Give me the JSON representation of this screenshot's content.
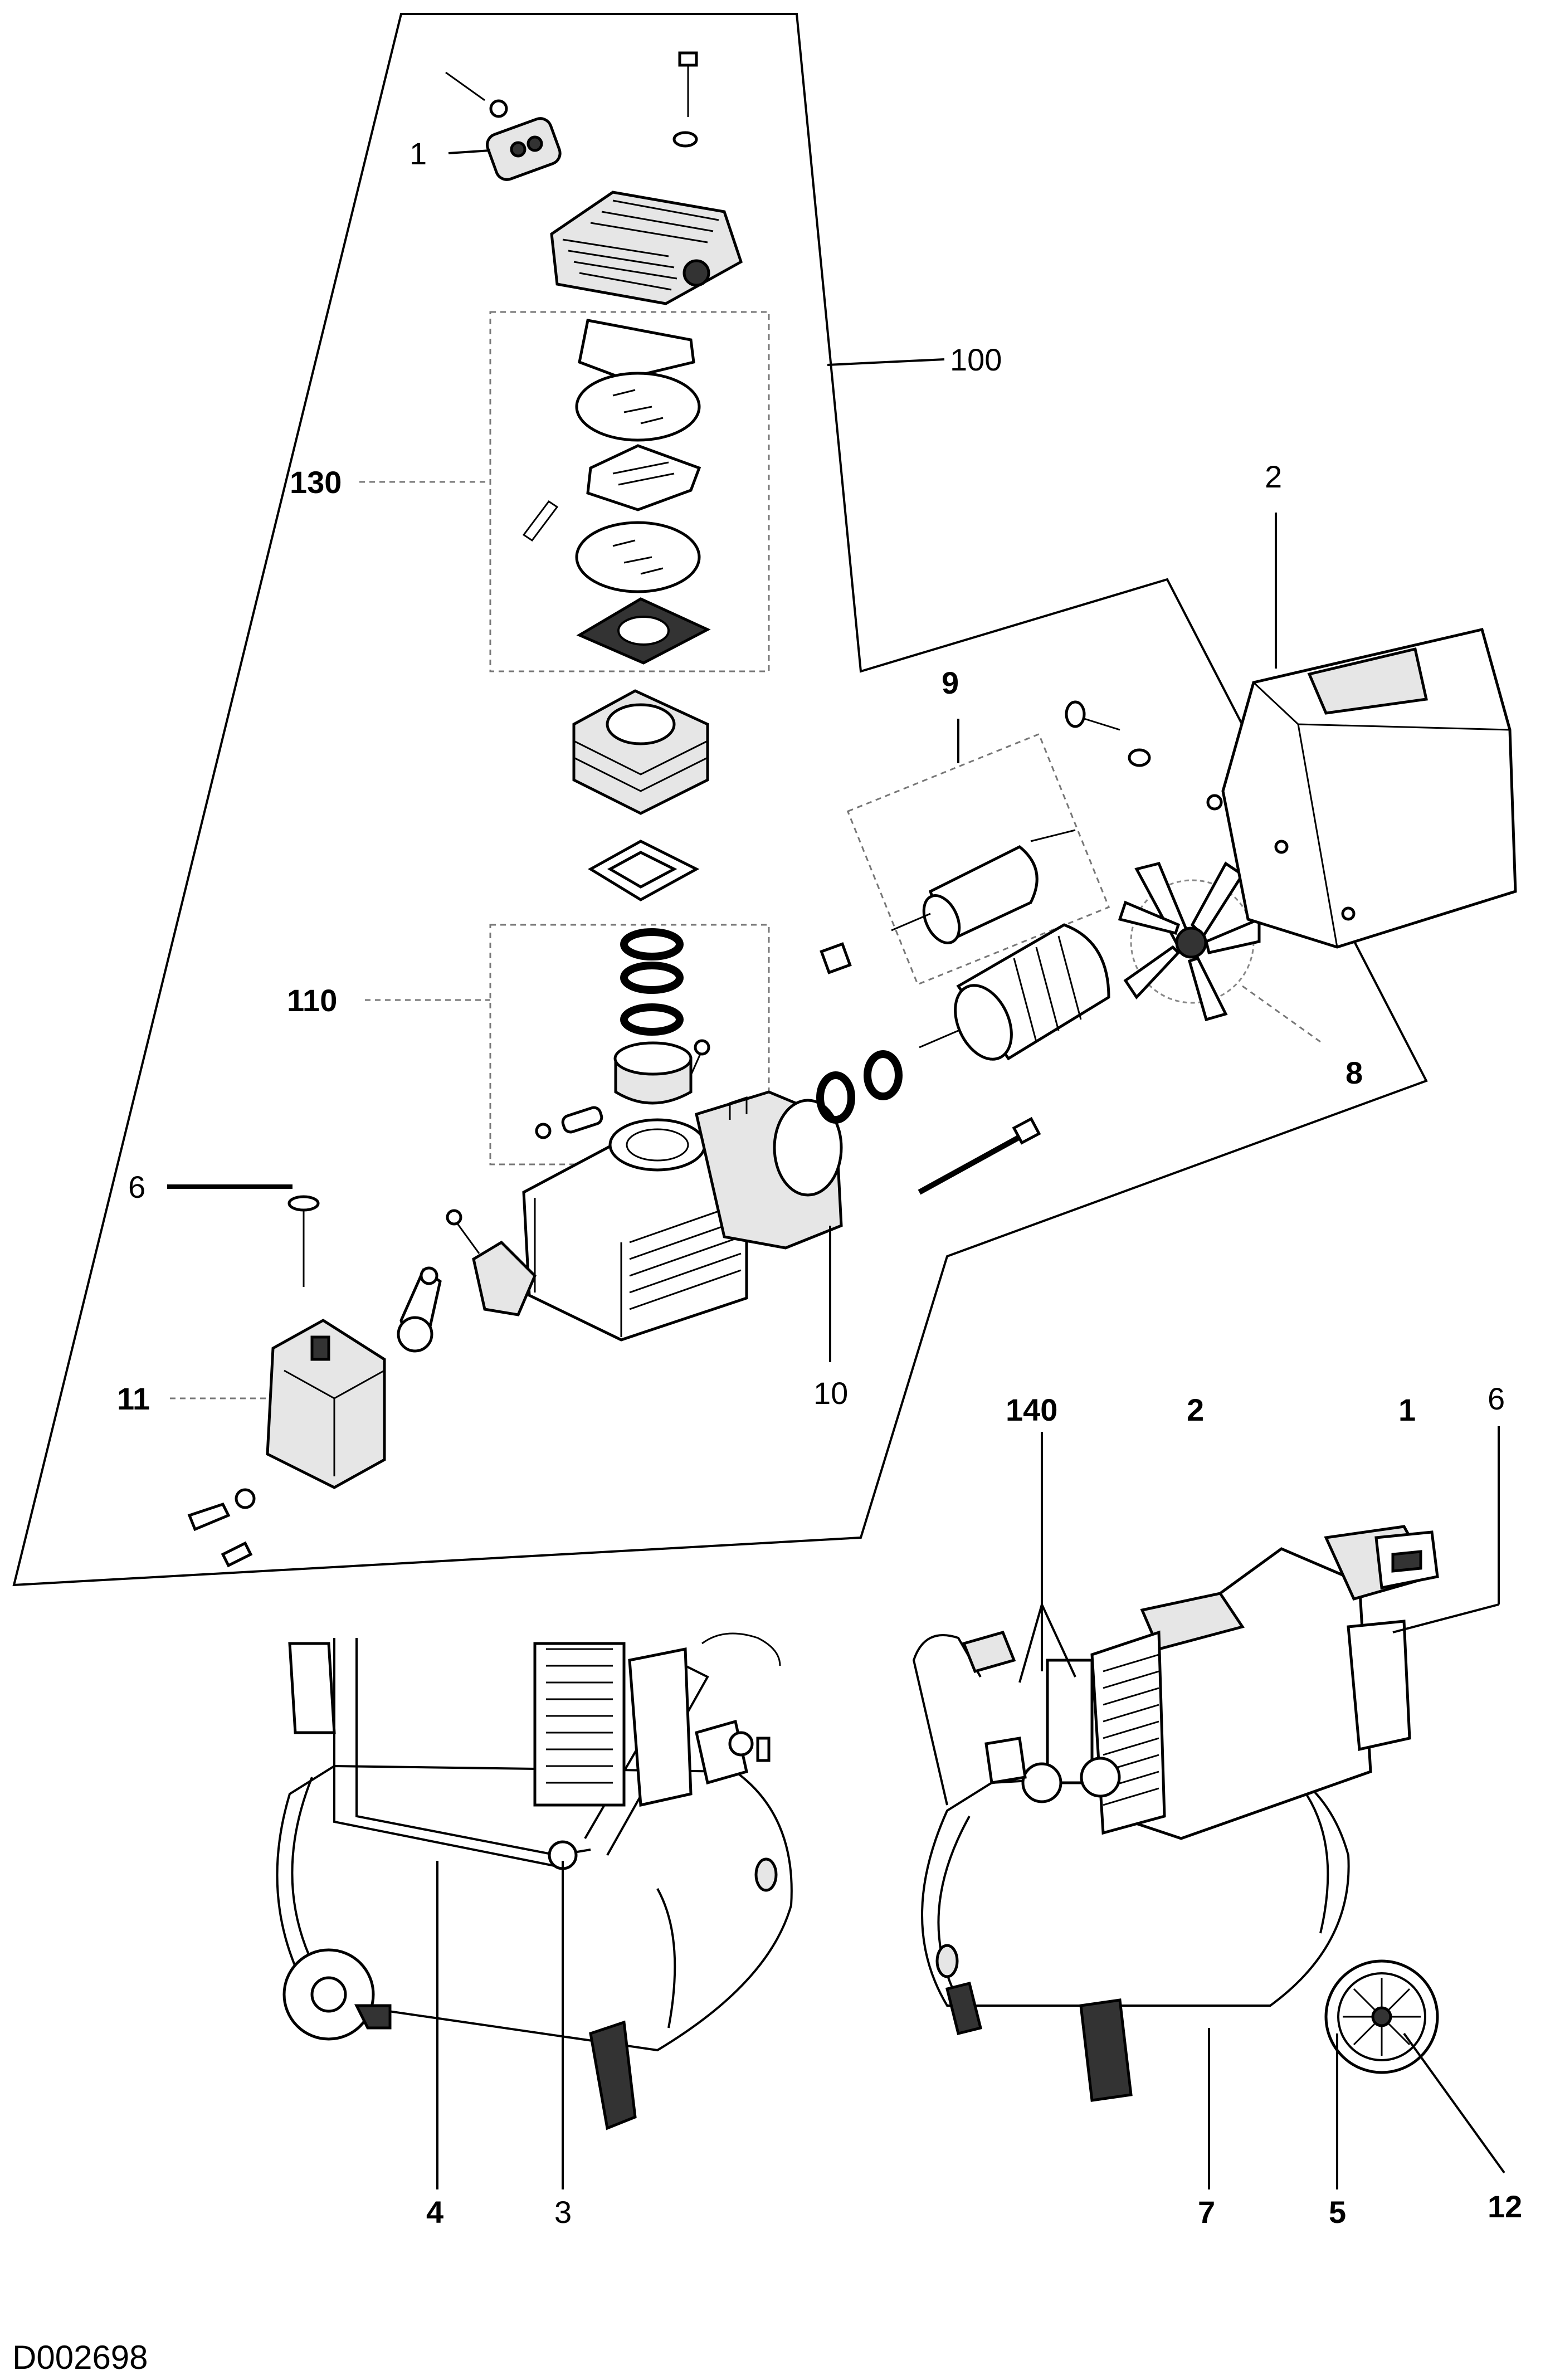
{
  "diagram": {
    "drawing_code": "D002698",
    "callouts": {
      "c1_top": "1",
      "c100": "100",
      "c130": "130",
      "c2_top": "2",
      "c9": "9",
      "c110": "110",
      "c8": "8",
      "c6_left": "6",
      "c10": "10",
      "c11": "11",
      "c140": "140",
      "c2_right": "2",
      "c1_right": "1",
      "c6_right": "6",
      "c4": "4",
      "c3": "3",
      "c7": "7",
      "c5": "5",
      "c12": "12"
    }
  }
}
